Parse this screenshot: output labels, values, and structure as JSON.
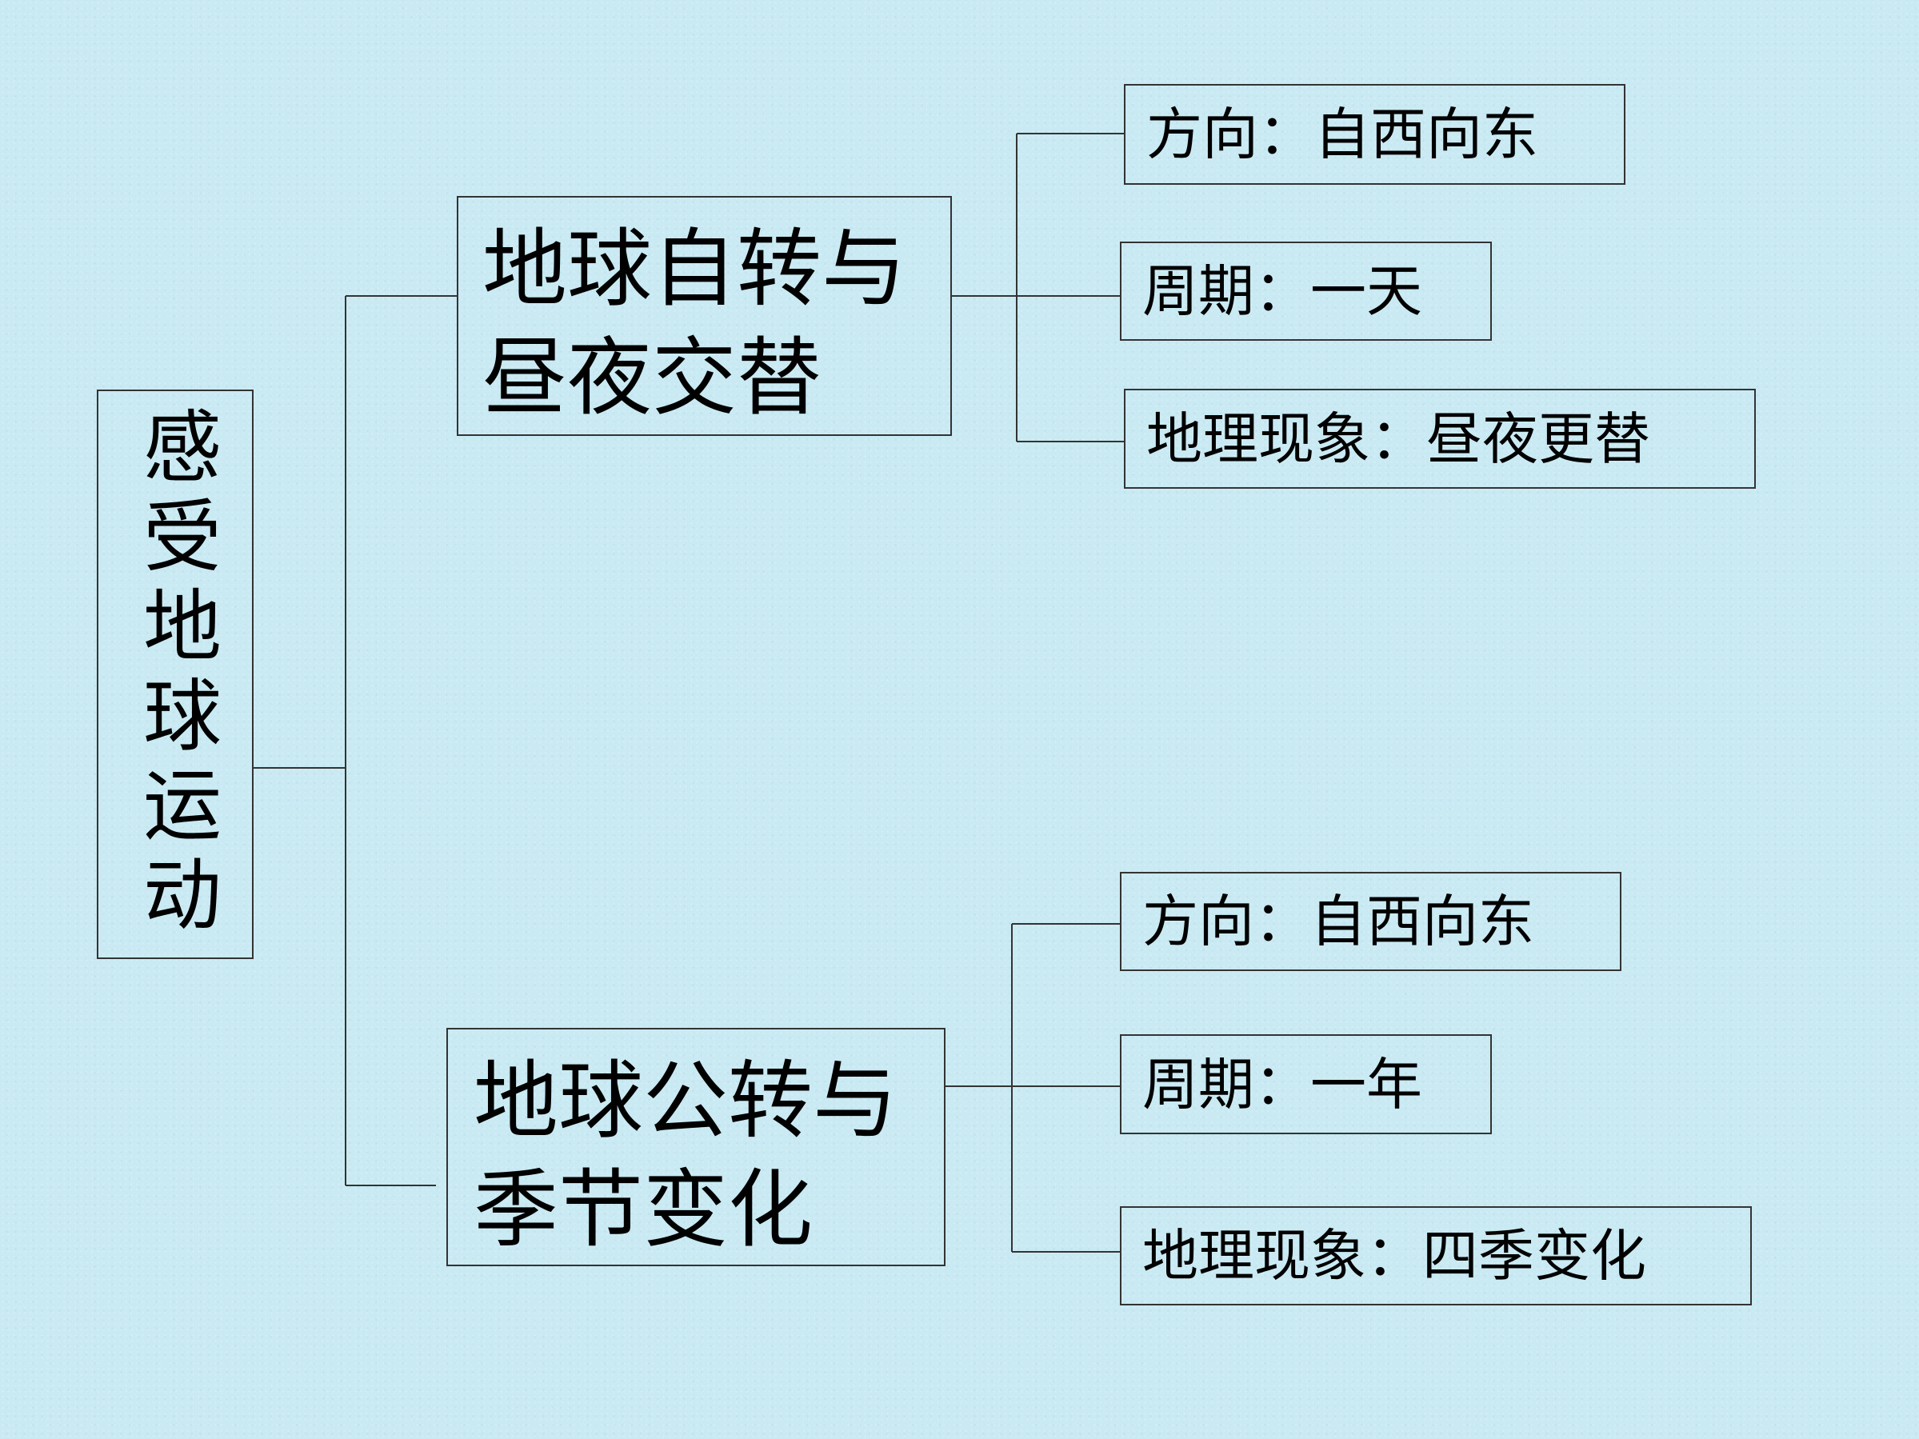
{
  "root": {
    "label": "感受地球运动"
  },
  "branches": [
    {
      "line1": "地球自转与",
      "line2": "昼夜交替",
      "leaves": [
        "方向：自西向东",
        "周期：一天",
        "地理现象：昼夜更替"
      ]
    },
    {
      "line1": "地球公转与",
      "line2": "季节变化",
      "leaves": [
        "方向：自西向东",
        "周期：一年",
        "地理现象：四季变化"
      ]
    }
  ],
  "colors": {
    "background": "#c9e9f3",
    "line": "#333333",
    "text": "#000000"
  }
}
